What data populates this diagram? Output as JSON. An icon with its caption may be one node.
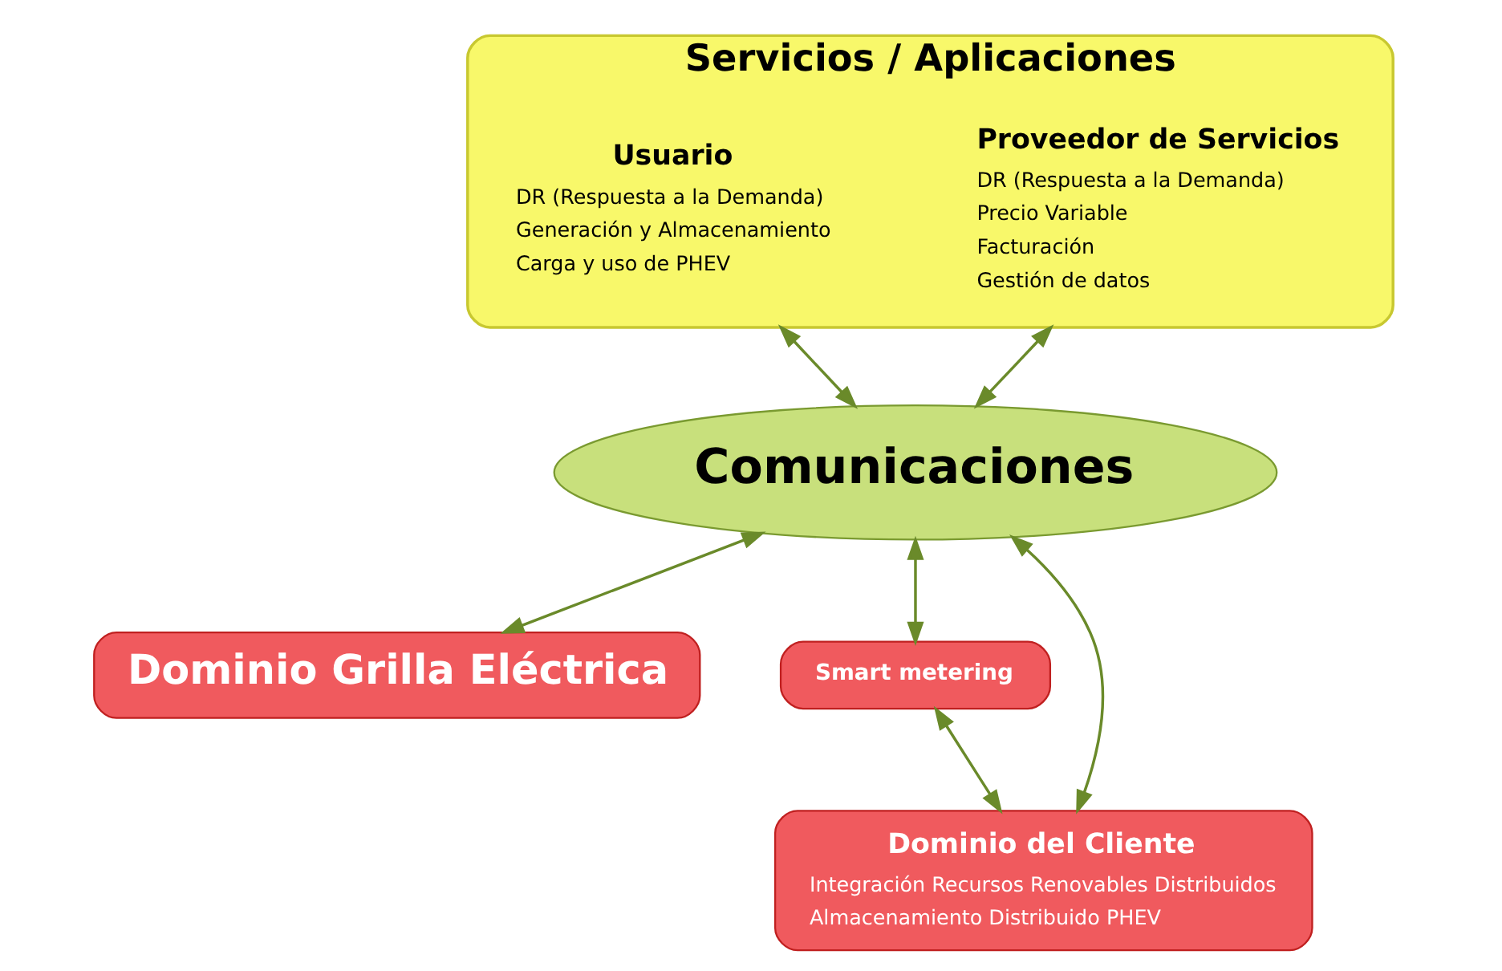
{
  "diagram": {
    "nodes": [
      {
        "text": [
          "Servicios / Aplicaciones"
        ]
      },
      {
        "text": [
          "Proveedor de Servicios",
          "DR (Respuesta a la Demanda)",
          "Precio Variable",
          "Facturación",
          "Gestión de datos"
        ],
        "in": 0
      },
      {
        "text": [
          "Usuario",
          "DR (Respuesta a la Demanda)",
          "Generación y Almacenamiento",
          "Carga y uso de PHEV"
        ],
        "in": 0
      },
      {
        "text": [
          "Comunicaciones"
        ]
      },
      {
        "text": [
          "Dominio Grilla Eléctrica"
        ]
      },
      {
        "text": [
          "Smart metering"
        ]
      },
      {
        "text": [
          "Dominio del Cliente",
          "Integración Recursos Renovables Distribuidos",
          "Almacenamiento Distribuido PHEV"
        ]
      }
    ],
    "edges": [
      {
        "from": 0,
        "to": 3,
        "arrow": "both"
      },
      {
        "from": 0,
        "to": 3,
        "arrow": "both"
      },
      {
        "from": 3,
        "to": 4,
        "arrow": "both"
      },
      {
        "from": 3,
        "to": 5,
        "arrow": "both"
      },
      {
        "from": 3,
        "to": 6,
        "arrow": "both"
      },
      {
        "from": 5,
        "to": 6,
        "arrow": "both"
      }
    ]
  }
}
